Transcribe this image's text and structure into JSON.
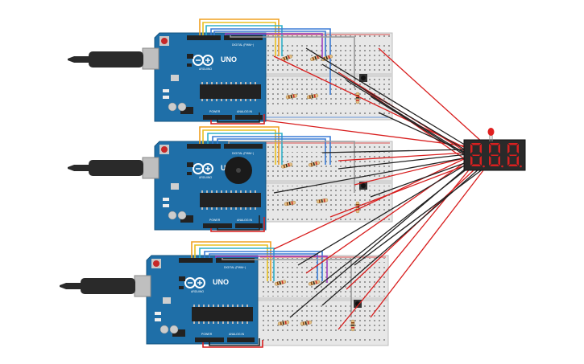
{
  "boards": [
    {
      "id": "board-1",
      "model_label": "UNO",
      "brand_label": "ARDUINO",
      "digital_label": "DIGITAL (PWM~)",
      "power_label": "POWER",
      "analog_label": "ANALOG IN"
    },
    {
      "id": "board-2",
      "model_label": "UNO",
      "brand_label": "ARDUINO",
      "digital_label": "DIGITAL (PWM~)",
      "power_label": "POWER",
      "analog_label": "ANALOG IN"
    },
    {
      "id": "board-3",
      "model_label": "UNO",
      "brand_label": "ARDUINO",
      "digital_label": "DIGITAL (PWM~)",
      "power_label": "POWER",
      "analog_label": "ANALOG IN"
    }
  ],
  "display": {
    "type": "3-digit seven-segment display",
    "digits": [
      "8",
      "8",
      "8"
    ]
  },
  "colors": {
    "board": "#1f6fa8",
    "breadboard": "#e7e7e7",
    "wire_red": "#d81e1e",
    "wire_black": "#222222",
    "wire_orange": "#f0a020",
    "wire_yellow": "#e8c020",
    "wire_blue": "#3a7bd5",
    "wire_cyan": "#30b0c8",
    "wire_purple": "#a040c0",
    "wire_gray": "#9a9a9a",
    "display_body": "#2a2a2a",
    "segment": "#d82020",
    "led": "#e02020"
  }
}
